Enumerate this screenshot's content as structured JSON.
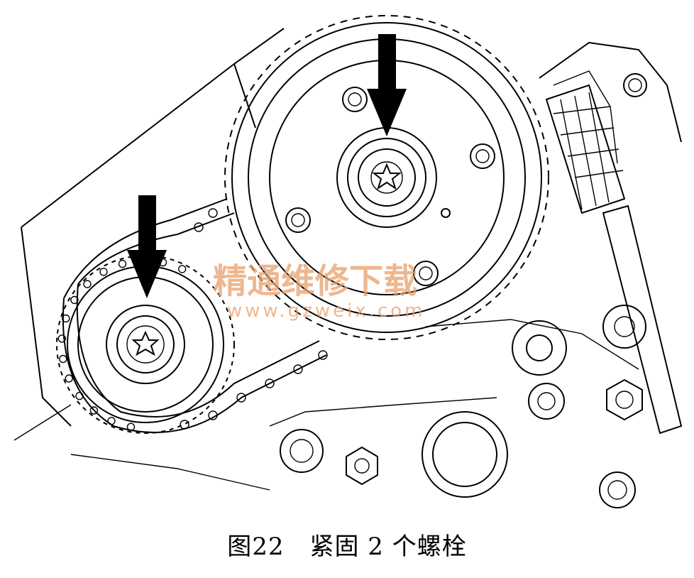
{
  "figure": {
    "number": "图22",
    "title": "紧固 2 个螺栓"
  },
  "watermark": {
    "cn": "精通维修下载",
    "url": "www.gzweix.com",
    "color": "#e9a06a"
  },
  "icons": [
    "arrow-down-icon",
    "torx-bolt-icon",
    "hex-bolt-icon",
    "timing-chain-icon"
  ]
}
